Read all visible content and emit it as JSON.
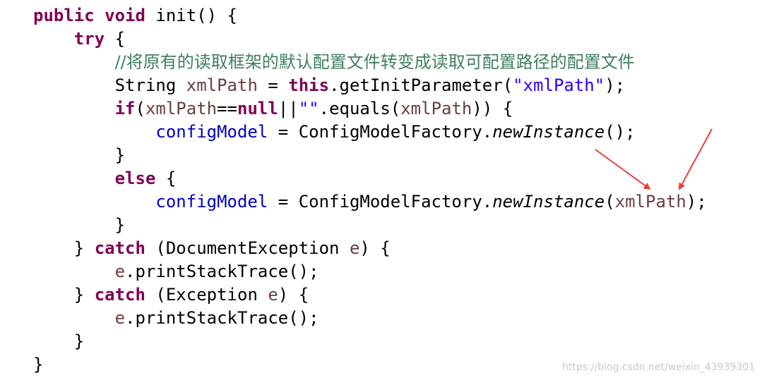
{
  "code": {
    "lines": [
      {
        "indent": 0,
        "tokens": [
          {
            "t": "public",
            "c": "kw"
          },
          {
            "t": " "
          },
          {
            "t": "void",
            "c": "kw"
          },
          {
            "t": " init() {"
          }
        ]
      },
      {
        "indent": 1,
        "tokens": [
          {
            "t": "try",
            "c": "kw"
          },
          {
            "t": " {"
          }
        ]
      },
      {
        "indent": 2,
        "tokens": [
          {
            "t": "//将原有的读取框架的默认配置文件转变成读取可配置路径的配置文件",
            "c": "com"
          }
        ]
      },
      {
        "indent": 2,
        "tokens": [
          {
            "t": "String "
          },
          {
            "t": "xmlPath",
            "c": "var"
          },
          {
            "t": " = "
          },
          {
            "t": "this",
            "c": "kw"
          },
          {
            "t": ".getInitParameter("
          },
          {
            "t": "\"xmlPath\"",
            "c": "str"
          },
          {
            "t": ");"
          }
        ]
      },
      {
        "indent": 2,
        "tokens": [
          {
            "t": "if",
            "c": "kw"
          },
          {
            "t": "("
          },
          {
            "t": "xmlPath",
            "c": "var"
          },
          {
            "t": "=="
          },
          {
            "t": "null",
            "c": "kw"
          },
          {
            "t": "||"
          },
          {
            "t": "\"\"",
            "c": "str"
          },
          {
            "t": ".equals("
          },
          {
            "t": "xmlPath",
            "c": "var"
          },
          {
            "t": ")) {"
          }
        ]
      },
      {
        "indent": 3,
        "tokens": [
          {
            "t": "configModel",
            "c": "field"
          },
          {
            "t": " = ConfigModelFactory."
          },
          {
            "t": "newInstance",
            "c": "static"
          },
          {
            "t": "();"
          }
        ]
      },
      {
        "indent": 2,
        "tokens": [
          {
            "t": "}"
          }
        ]
      },
      {
        "indent": 2,
        "tokens": [
          {
            "t": "else",
            "c": "kw"
          },
          {
            "t": " {"
          }
        ]
      },
      {
        "indent": 3,
        "tokens": [
          {
            "t": "configModel",
            "c": "field"
          },
          {
            "t": " = ConfigModelFactory."
          },
          {
            "t": "newInstance",
            "c": "static"
          },
          {
            "t": "("
          },
          {
            "t": "xmlPath",
            "c": "var"
          },
          {
            "t": ");"
          }
        ]
      },
      {
        "indent": 2,
        "tokens": [
          {
            "t": "}"
          }
        ]
      },
      {
        "indent": 1,
        "tokens": [
          {
            "t": "} "
          },
          {
            "t": "catch",
            "c": "kw"
          },
          {
            "t": " (DocumentException "
          },
          {
            "t": "e",
            "c": "var"
          },
          {
            "t": ") {"
          }
        ]
      },
      {
        "indent": 2,
        "tokens": [
          {
            "t": "e",
            "c": "var"
          },
          {
            "t": ".printStackTrace();"
          }
        ]
      },
      {
        "indent": 1,
        "tokens": [
          {
            "t": "} "
          },
          {
            "t": "catch",
            "c": "kw"
          },
          {
            "t": " (Exception "
          },
          {
            "t": "e",
            "c": "var"
          },
          {
            "t": ") {"
          }
        ]
      },
      {
        "indent": 2,
        "tokens": [
          {
            "t": "e",
            "c": "var"
          },
          {
            "t": ".printStackTrace();"
          }
        ]
      },
      {
        "indent": 1,
        "tokens": [
          {
            "t": "}"
          }
        ]
      },
      {
        "indent": 0,
        "tokens": [
          {
            "t": "}"
          }
        ]
      }
    ]
  },
  "colors": {
    "keyword": "#7f0055",
    "variable": "#6a3e3e",
    "field": "#0000c0",
    "string": "#2a00ff",
    "comment": "#3f7f5f",
    "annotation_arrow": "#e8403a"
  },
  "watermark": "https://blog.csdn.net/weixin_43939301"
}
